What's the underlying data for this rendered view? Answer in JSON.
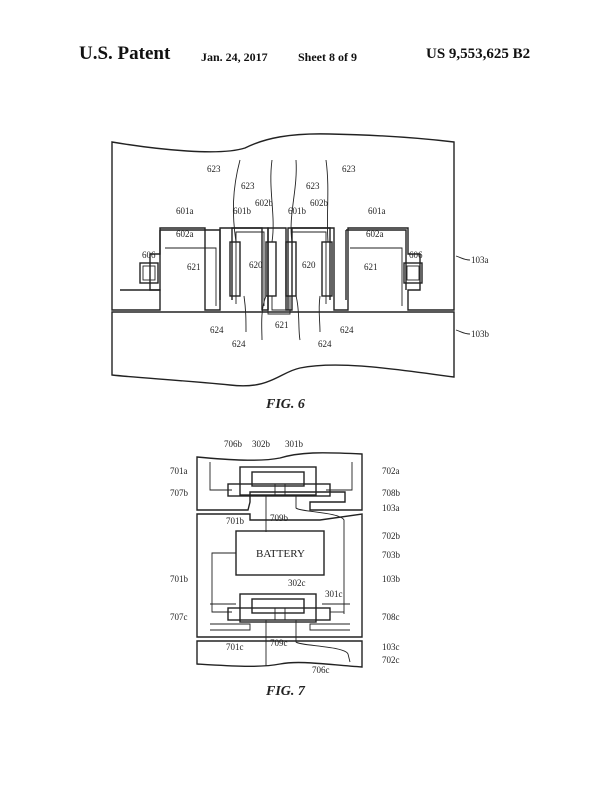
{
  "header": {
    "title": "U.S. Patent",
    "date": "Jan. 24, 2017",
    "sheet": "Sheet 8 of 9",
    "patent_number": "US 9,553,625 B2"
  },
  "fig6": {
    "caption": "FIG. 6",
    "labels": {
      "l623_a": "623",
      "l623_b": "623",
      "l623_c": "623",
      "l623_d": "623",
      "l601a_l": "601a",
      "l601a_r": "601a",
      "l601b_l": "601b",
      "l601b_r": "601b",
      "l602b_l": "602b",
      "l602b_r": "602b",
      "l602a_l": "602a",
      "l602a_r": "602a",
      "l606_l": "606",
      "l606_r": "606",
      "l621_l": "621",
      "l621_r": "621",
      "l621_c": "621",
      "l620_l": "620",
      "l620_r": "620",
      "l624_a": "624",
      "l624_b": "624",
      "l624_c": "624",
      "l624_d": "624",
      "l103a": "103a",
      "l103b": "103b"
    }
  },
  "fig7": {
    "caption": "FIG. 7",
    "battery_label": "BATTERY",
    "labels": {
      "l706b": "706b",
      "l302b": "302b",
      "l301b": "301b",
      "l701a": "701a",
      "l702a": "702a",
      "l707b": "707b",
      "l708b": "708b",
      "l103a": "103a",
      "l701b_t": "701b",
      "l709b": "709b",
      "l702b": "702b",
      "l703b": "703b",
      "l701b_l": "701b",
      "l103b": "103b",
      "l302c": "302c",
      "l301c": "301c",
      "l707c": "707c",
      "l708c": "708c",
      "l701c": "701c",
      "l709c": "709c",
      "l103c": "103c",
      "l702c": "702c",
      "l706c": "706c"
    }
  }
}
